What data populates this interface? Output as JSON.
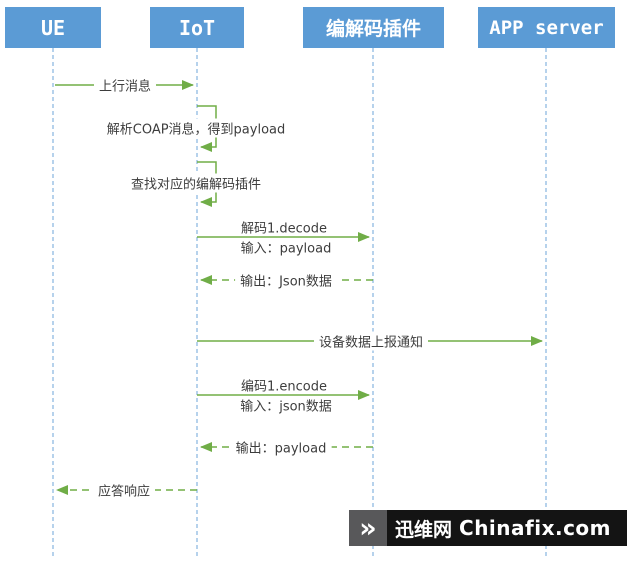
{
  "diagram": {
    "actors": {
      "ue": "UE",
      "iot": "IoT",
      "codec": "编解码插件",
      "app_server": "APP server"
    },
    "messages": {
      "uplink": "上行消息",
      "parse_coap": "解析COAP消息，得到payload",
      "find_codec": "查找对应的编解码插件",
      "decode_call_line1": "解码1.decode",
      "decode_call_line2": "输入：payload",
      "decode_return": "输出：Json数据",
      "report_notify": "设备数据上报通知",
      "encode_call_line1": "编码1.encode",
      "encode_call_line2": "输入：json数据",
      "encode_return": "输出：payload",
      "ack_response": "应答响应"
    }
  },
  "watermark": {
    "chevron_glyph": "»",
    "site": "迅维网",
    "domain": "Chinafix.com"
  },
  "colors": {
    "actor_blue": "#5b9bd5",
    "lifeline_blue": "#9dc3e6",
    "arrow_green": "#70ad47",
    "label_text": "#3d3d3d",
    "watermark_dark": "#141414"
  }
}
